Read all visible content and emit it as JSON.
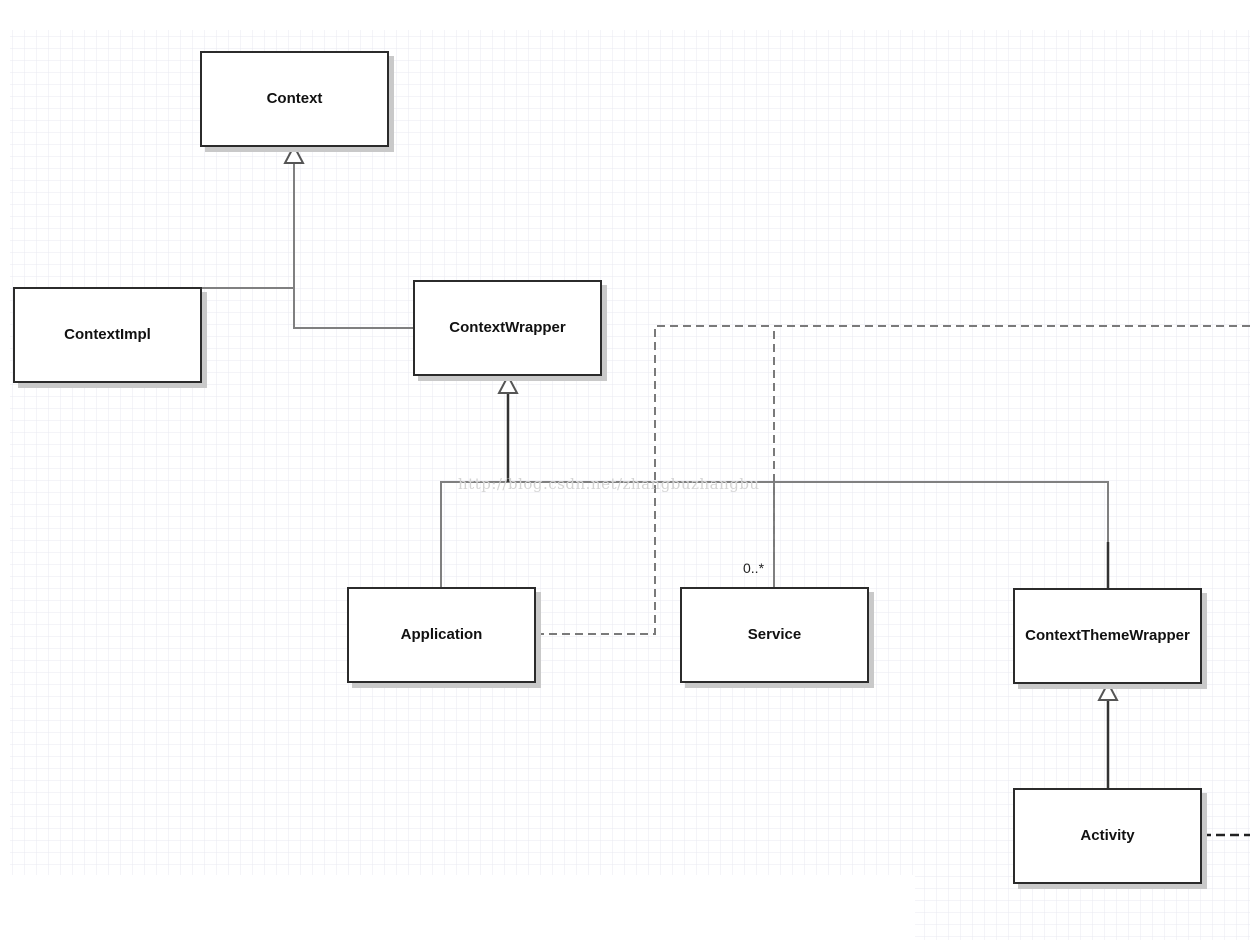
{
  "diagram": {
    "classes": {
      "context": "Context",
      "context_impl": "ContextImpl",
      "context_wrapper": "ContextWrapper",
      "application": "Application",
      "service": "Service",
      "context_theme_wrapper": "ContextThemeWrapper",
      "activity": "Activity"
    },
    "multiplicity_service": "0..*",
    "watermark": "http://blog.csdn.net/zhangbuzhangbu",
    "colors": {
      "box_border": "#2b2b2b",
      "connector": "#808080",
      "dashed_connector": "#7a7a7a",
      "grid": "#e4e6ee",
      "shadow": "#c9c9c9"
    }
  }
}
